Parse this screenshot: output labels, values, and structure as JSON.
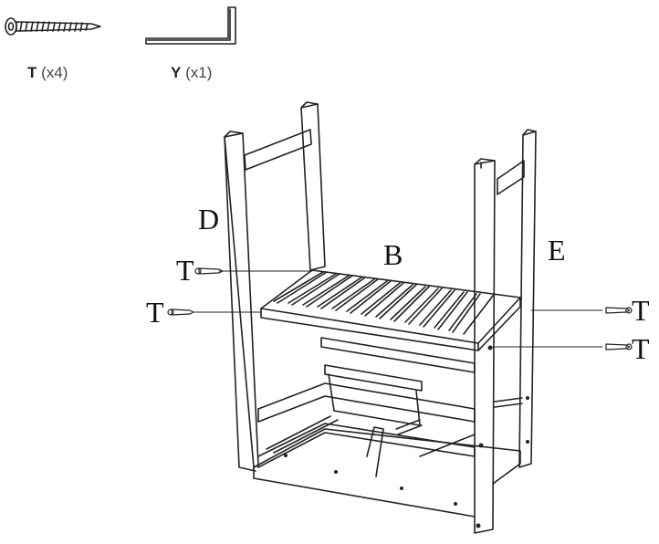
{
  "parts": [
    {
      "letter": "T",
      "qty": "(x4)",
      "icon": "screw-icon"
    },
    {
      "letter": "Y",
      "qty": "(x1)",
      "icon": "allen-key-icon"
    }
  ],
  "callouts": {
    "side_left": "D",
    "shelf": "B",
    "side_right": "E",
    "screw_left_upper": "T",
    "screw_left_lower": "T",
    "screw_right_upper": "T",
    "screw_right_lower": "T"
  }
}
